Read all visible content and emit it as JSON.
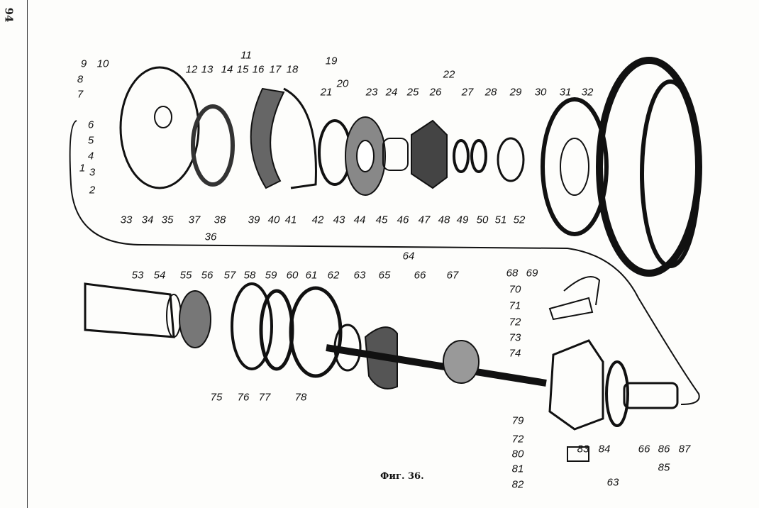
{
  "page_number": "94",
  "caption": "Фиг. 36.",
  "labels": [
    "9",
    "10",
    "8",
    "7",
    "6",
    "5",
    "4",
    "1",
    "3",
    "2",
    "11",
    "12",
    "13",
    "14",
    "15",
    "16",
    "17",
    "18",
    "19",
    "20",
    "21",
    "22",
    "23",
    "24",
    "25",
    "26",
    "27",
    "28",
    "29",
    "30",
    "31",
    "32",
    "33",
    "34",
    "35",
    "36",
    "37",
    "38",
    "39",
    "40",
    "41",
    "42",
    "43",
    "44",
    "45",
    "46",
    "47",
    "48",
    "49",
    "50",
    "51",
    "52",
    "64",
    "53",
    "54",
    "55",
    "56",
    "57",
    "58",
    "59",
    "60",
    "61",
    "62",
    "63",
    "65",
    "66",
    "67",
    "68",
    "69",
    "70",
    "71",
    "72",
    "73",
    "74",
    "75",
    "76",
    "77",
    "78",
    "79",
    "72",
    "80",
    "81",
    "83",
    "84",
    "66",
    "86",
    "87",
    "85",
    "82",
    "63"
  ]
}
